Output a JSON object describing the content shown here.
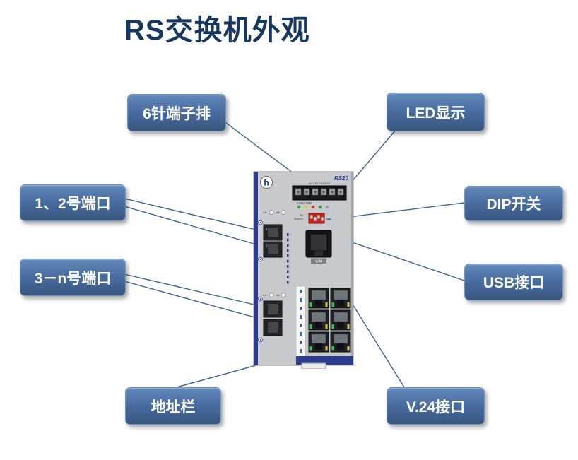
{
  "page": {
    "title": "RS交换机外观"
  },
  "callouts": {
    "pin6": "6针端子排",
    "led": "LED显示",
    "port12": "1、2号端口",
    "dip": "DIP开关",
    "port3n": "3－n号端口",
    "usb": "USB接口",
    "addr": "地址栏",
    "v24": "V.24接口"
  },
  "device": {
    "model": "RS20",
    "logo_letter": "h",
    "terminal_caption": "+24V P1 P2 FAULT",
    "led_caption": "P  FAULT  RM",
    "rm_label": "RM",
    "standby_label": "Stand by",
    "dip_on_label": "ON",
    "v24_label": "V.24",
    "port_led_labels": [
      "LS",
      "DA"
    ],
    "port_numbers": [
      "1",
      "2"
    ]
  },
  "colors": {
    "title": "#17375e",
    "callout_text": "#ffffff",
    "callout_top": "#6289ba",
    "callout_bottom": "#37567f",
    "connector_line": "#3d6296",
    "device_accent": "#2b3b8e",
    "dip_red": "#c4241e"
  }
}
